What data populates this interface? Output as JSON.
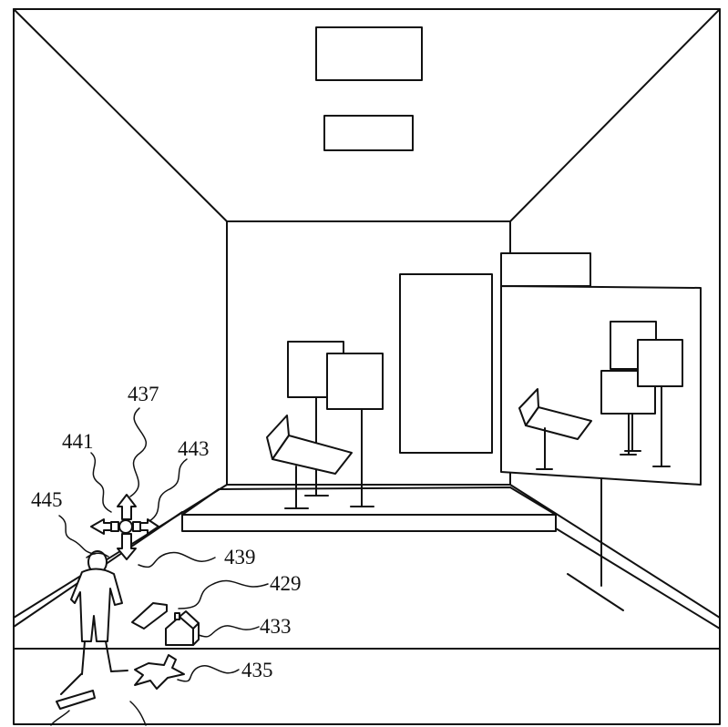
{
  "figure": {
    "labels": {
      "l437": "437",
      "l441": "441",
      "l443": "443",
      "l445": "445",
      "l439": "439",
      "l429": "429",
      "l433": "433",
      "l435": "435"
    }
  }
}
